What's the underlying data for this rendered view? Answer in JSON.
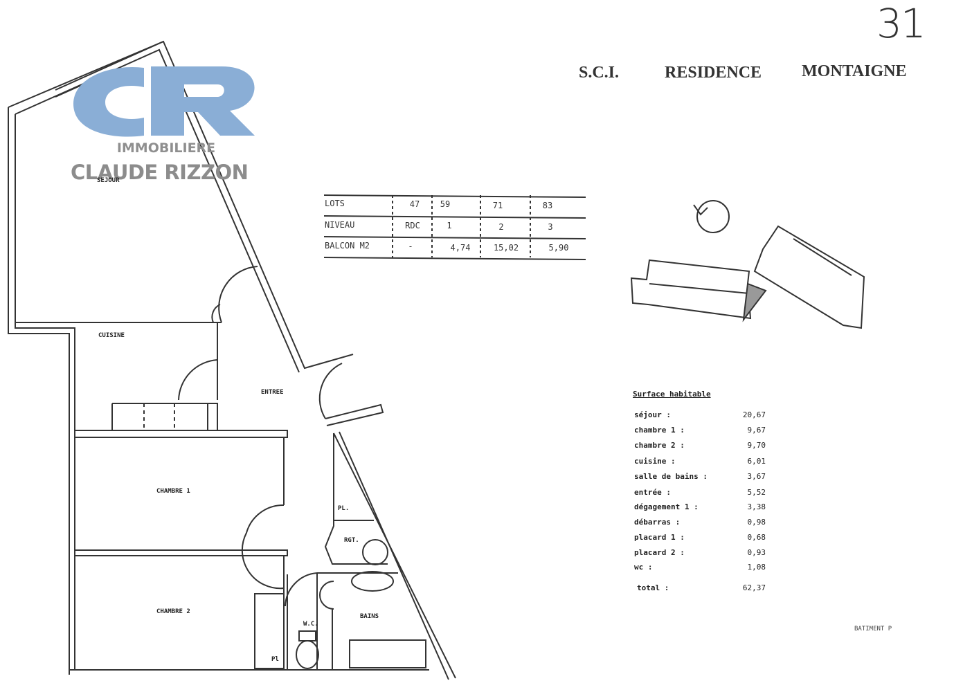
{
  "page_number": "31",
  "header": {
    "sci": "S.C.I.",
    "residence": "RESIDENCE",
    "montaigne": "MONTAIGNE"
  },
  "logo": {
    "letters": "CR",
    "subtitle": "IMMOBILIERE",
    "name": "CLAUDE RIZZON",
    "color": "#8aaed6"
  },
  "lots_table": {
    "rows": [
      {
        "label": "LOTS",
        "values": [
          "47",
          "59",
          "71",
          "83"
        ]
      },
      {
        "label": "NIVEAU",
        "values": [
          "RDC",
          "1",
          "2",
          "3"
        ]
      },
      {
        "label": "BALCON M2",
        "values": [
          "-",
          "4,74",
          "15,02",
          "5,90"
        ]
      }
    ]
  },
  "rooms": {
    "sejour": "SEJOUR",
    "cuisine": "CUISINE",
    "entree": "ENTREE",
    "chambre1": "CHAMBRE 1",
    "chambre2": "CHAMBRE 2",
    "pl": "PL.",
    "rgt": "RGT.",
    "bains": "BAINS",
    "wc": "W.C.",
    "pl2": "Pl"
  },
  "surface": {
    "title": "Surface habitable",
    "items": [
      {
        "label": "séjour :",
        "value": "20,67"
      },
      {
        "label": "chambre 1 :",
        "value": "9,67"
      },
      {
        "label": "chambre 2 :",
        "value": "9,70"
      },
      {
        "label": "cuisine :",
        "value": "6,01"
      },
      {
        "label": "salle de bains :",
        "value": "3,67"
      },
      {
        "label": "entrée :",
        "value": "5,52"
      },
      {
        "label": "dégagement 1 :",
        "value": "3,38"
      },
      {
        "label": "débarras :",
        "value": "0,98"
      },
      {
        "label": "placard 1 :",
        "value": "0,68"
      },
      {
        "label": "placard 2 :",
        "value": "0,93"
      },
      {
        "label": "wc :",
        "value": "1,08"
      }
    ],
    "total_label": "total :",
    "total_value": "62,37"
  },
  "batiment": "BATIMENT P"
}
